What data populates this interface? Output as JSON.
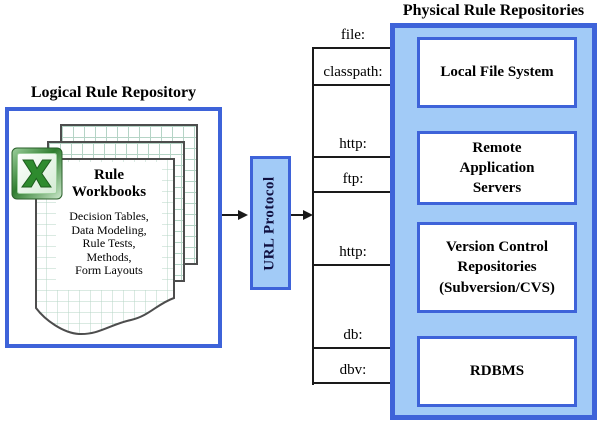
{
  "left_panel": {
    "title": "Logical Rule Repository",
    "workbook": {
      "heading": "Rule Workbooks",
      "items": [
        "Decision Tables,",
        "Data Modeling,",
        "Rule Tests,",
        "Methods,",
        "Form Layouts"
      ]
    }
  },
  "url_protocol": {
    "label": "URL Protocol"
  },
  "right_panel": {
    "title": "Physical Rule Repositories",
    "repositories": [
      {
        "label": "Local File System"
      },
      {
        "label": "Remote Application Servers"
      },
      {
        "label": "Version Control Repositories (Subversion/CVS)"
      },
      {
        "label": "RDBMS"
      }
    ]
  },
  "protocols": [
    {
      "label": "file:"
    },
    {
      "label": "classpath:"
    },
    {
      "label": "http:"
    },
    {
      "label": "ftp:"
    },
    {
      "label": "http:"
    },
    {
      "label": "db:"
    },
    {
      "label": "dbv:"
    }
  ],
  "icons": {
    "workbook_app": "excel-icon",
    "connector_arrow": "arrow-head-icon"
  },
  "colors": {
    "border_blue": "#3E63D9",
    "fill_blue": "#A2CBF7",
    "grid_green": "#B5D4C6",
    "line_black": "#1A1A1A"
  }
}
